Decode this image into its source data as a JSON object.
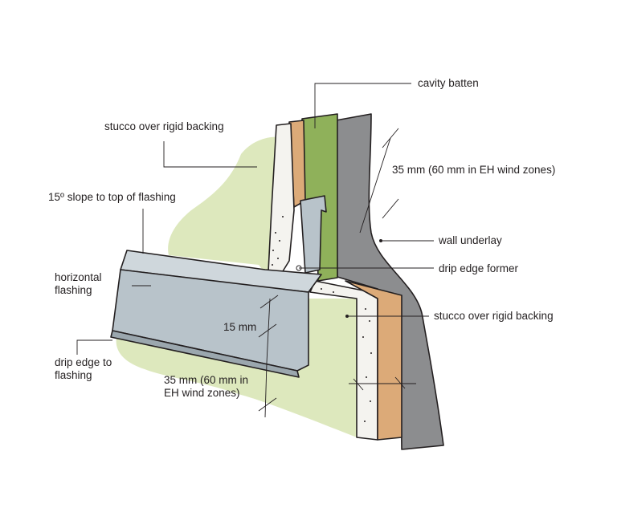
{
  "diagram": {
    "labels": {
      "cavity_batten": "cavity batten",
      "stucco_top": "stucco over rigid backing",
      "dim_35_top": "35 mm (60 mm in EH wind zones)",
      "slope": "15º slope to top of flashing",
      "wall_underlay": "wall underlay",
      "horizontal_flashing_1": "horizontal",
      "horizontal_flashing_2": "flashing",
      "drip_edge_former": "drip edge former",
      "stucco_bottom": "stucco over rigid backing",
      "dim_15": "15 mm",
      "drip_edge_1": "drip edge to",
      "drip_edge_2": "flashing",
      "dim_35_bottom_1": "35 mm (60 mm in",
      "dim_35_bottom_2": "EH wind zones)"
    },
    "colors": {
      "green_backing": "#dde8bd",
      "cavity_green": "#8fb15a",
      "timber": "#dcaa78",
      "wall_grey": "#8c8d8f",
      "stucco_white": "#f4f3ef",
      "flashing": "#b8c3ca",
      "line": "#231f20"
    }
  }
}
